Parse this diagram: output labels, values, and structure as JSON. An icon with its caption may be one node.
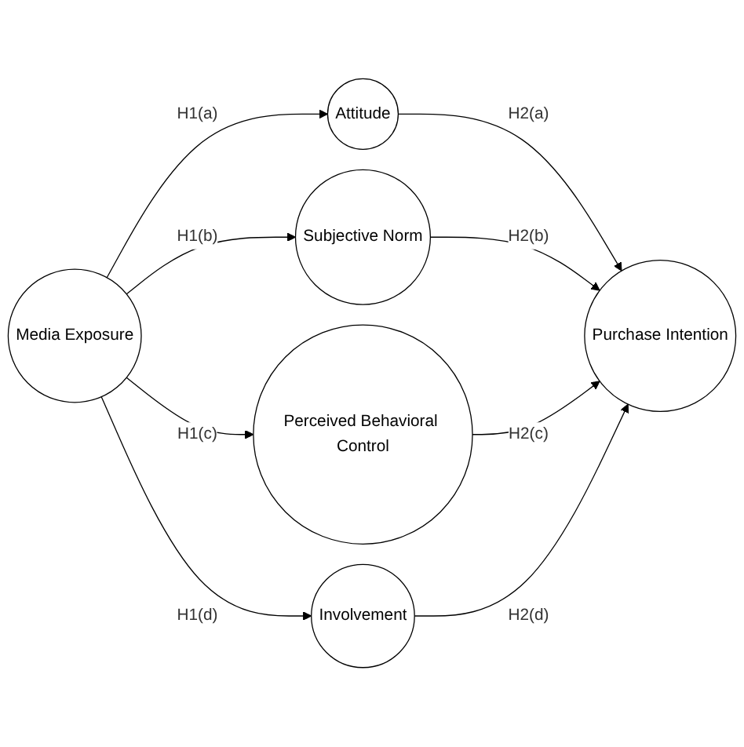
{
  "diagram": {
    "nodes": [
      {
        "text": [
          "Media Exposure"
        ]
      },
      {
        "text": [
          "Attitude"
        ]
      },
      {
        "text": [
          "Subjective Norm"
        ]
      },
      {
        "text": [
          "Perceived Behavioral Control"
        ]
      },
      {
        "text": [
          "Involvement"
        ]
      },
      {
        "text": [
          "Purchase Intention"
        ]
      }
    ],
    "edges": [
      {
        "from": 0,
        "to": 1,
        "arrow": "to",
        "label": "H1(a)"
      },
      {
        "from": 0,
        "to": 2,
        "arrow": "to",
        "label": "H1(b)"
      },
      {
        "from": 0,
        "to": 3,
        "arrow": "to",
        "label": "H1(c)"
      },
      {
        "from": 0,
        "to": 4,
        "arrow": "to",
        "label": "H1(d)"
      },
      {
        "from": 1,
        "to": 5,
        "arrow": "to",
        "label": "H2(a)"
      },
      {
        "from": 2,
        "to": 5,
        "arrow": "to",
        "label": "H2(b)"
      },
      {
        "from": 3,
        "to": 5,
        "arrow": "to",
        "label": "H2(c)"
      },
      {
        "from": 4,
        "to": 5,
        "arrow": "to",
        "label": "H2(d)"
      }
    ]
  }
}
